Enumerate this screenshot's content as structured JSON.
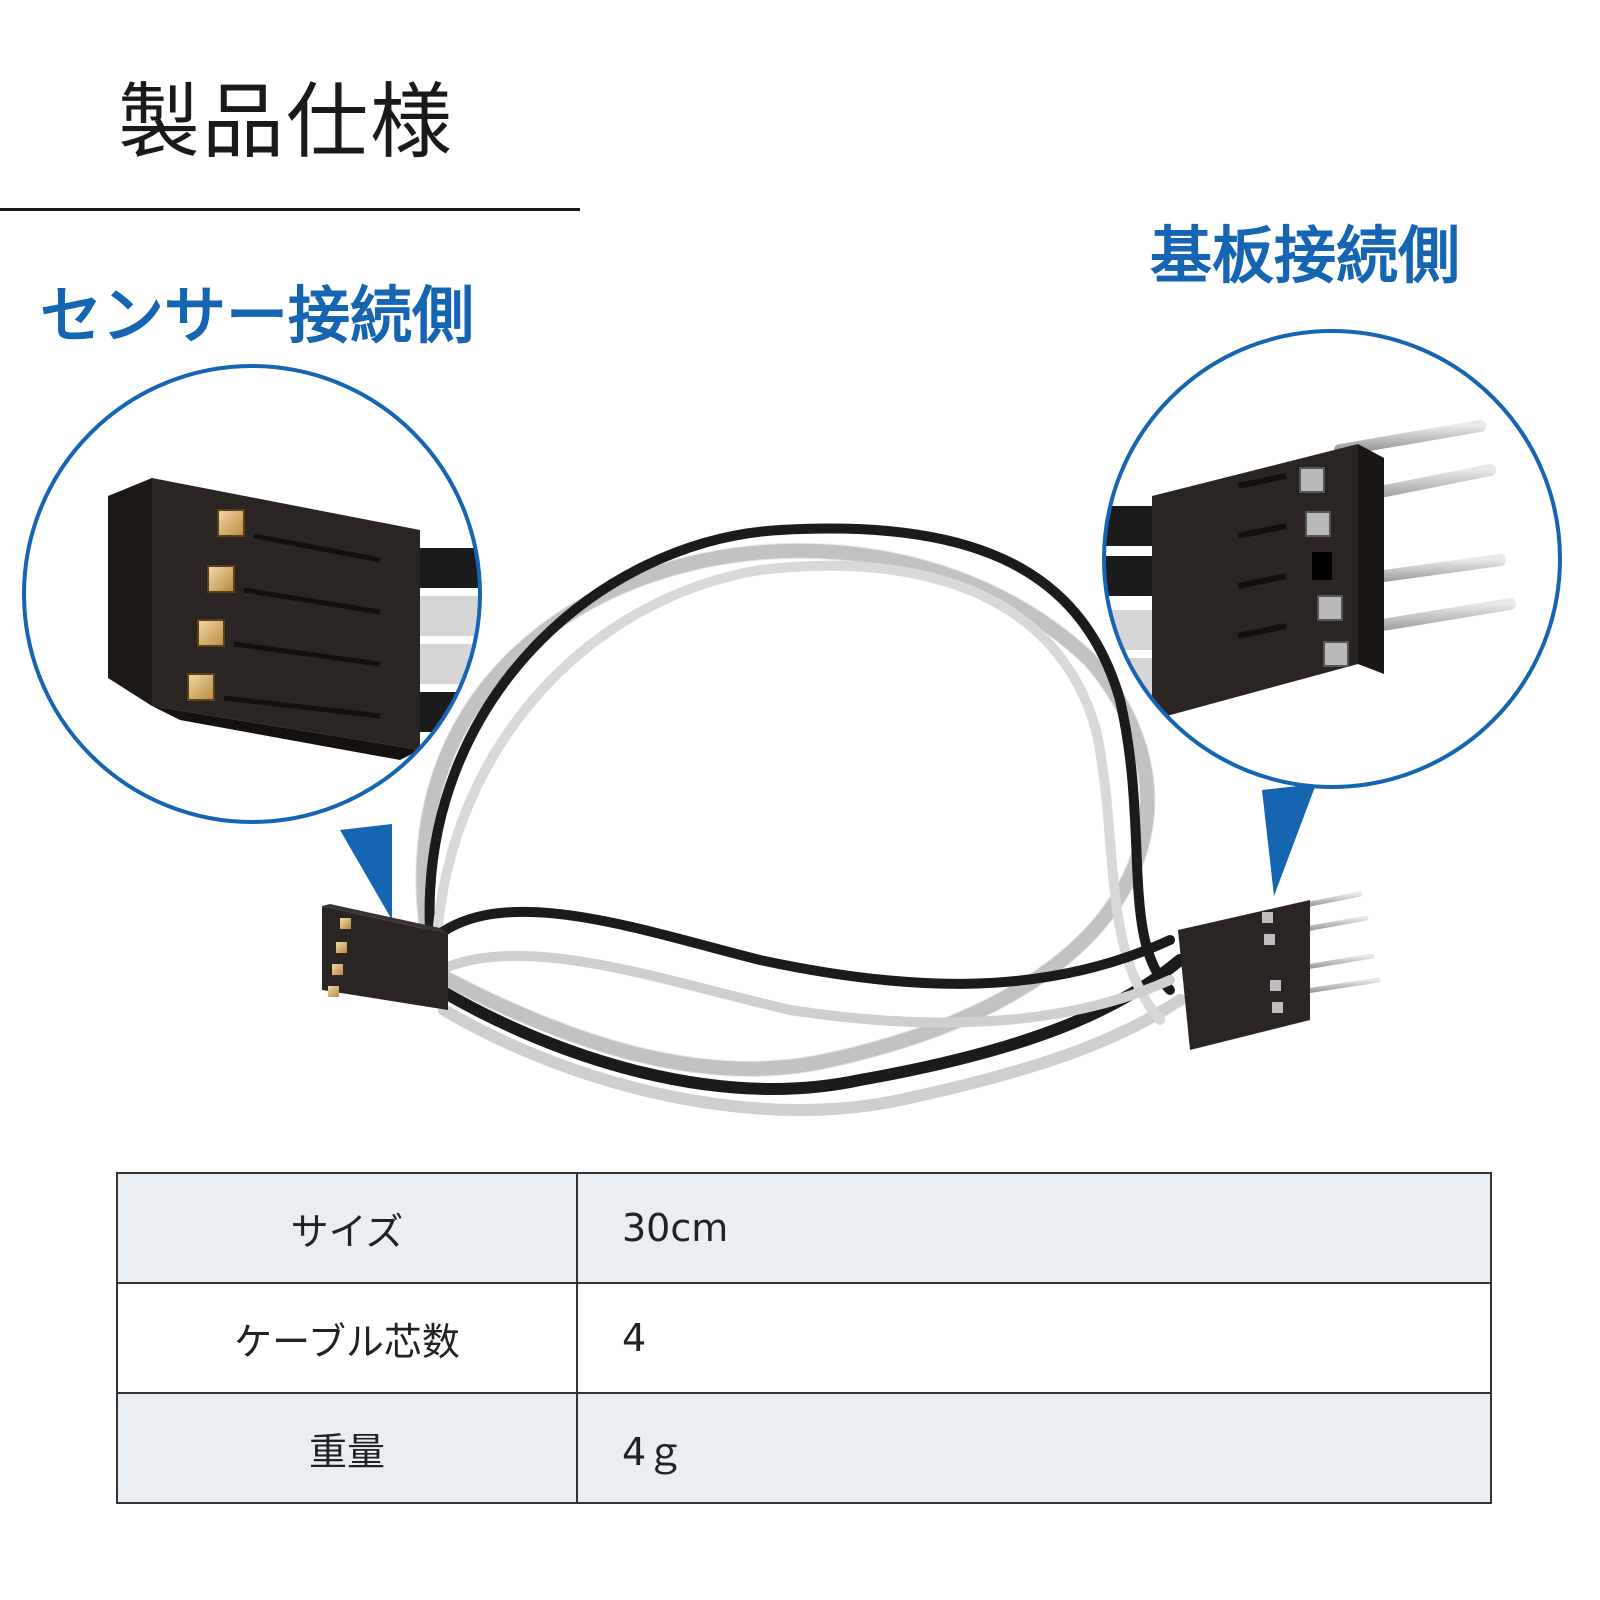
{
  "header": {
    "title": "製品仕様"
  },
  "callouts": {
    "sensor_side": "センサー接続側",
    "board_side": "基板接続側"
  },
  "colors": {
    "accent": "#1565b3",
    "table_shade": "#e8eef1",
    "connector": "#2a2522",
    "wire_black": "#1b1b1b",
    "wire_white": "#cfcfcf"
  },
  "spec": {
    "rows": [
      {
        "label": "サイズ",
        "value": "30cm"
      },
      {
        "label": "ケーブル芯数",
        "value": "4"
      },
      {
        "label": "重量",
        "value": "4ｇ"
      }
    ]
  }
}
